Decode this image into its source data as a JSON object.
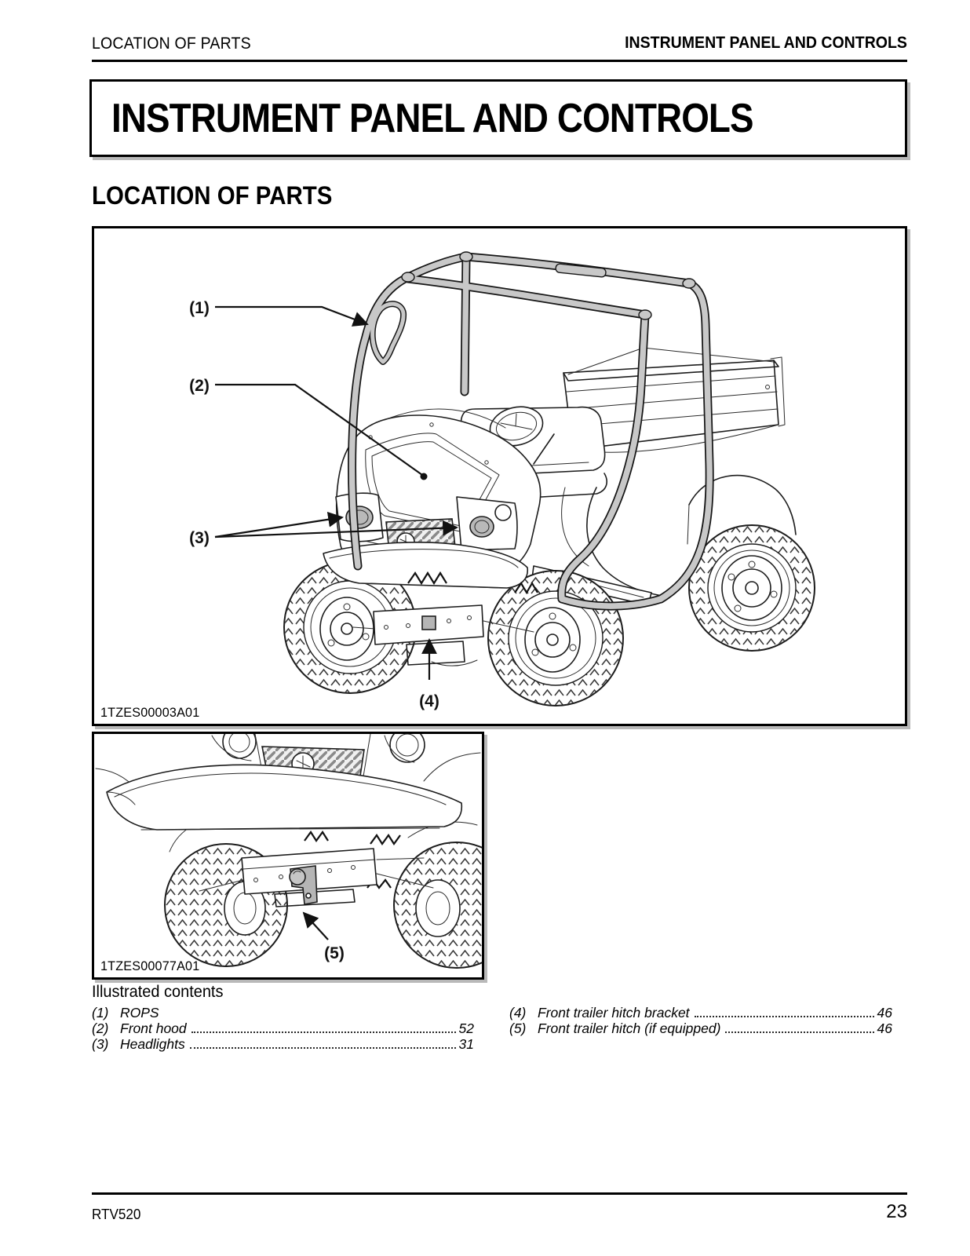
{
  "header": {
    "left": "LOCATION OF PARTS",
    "right": "INSTRUMENT PANEL AND CONTROLS"
  },
  "title_banner": "INSTRUMENT PANEL AND CONTROLS",
  "section_heading": "LOCATION OF PARTS",
  "figure_main": {
    "caption": "1TZES00003A01",
    "callout_1": "(1)",
    "callout_2": "(2)",
    "callout_3": "(3)",
    "callout_4": "(4)"
  },
  "figure_detail": {
    "caption": "1TZES00077A01",
    "callout_5": "(5)"
  },
  "contents": {
    "heading": "Illustrated contents",
    "left": [
      {
        "num": "(1)",
        "label": "ROPS",
        "page": ""
      },
      {
        "num": "(2)",
        "label": "Front hood",
        "page": "52"
      },
      {
        "num": "(3)",
        "label": "Headlights",
        "page": "31"
      }
    ],
    "right": [
      {
        "num": "(4)",
        "label": "Front trailer hitch bracket",
        "page": "46"
      },
      {
        "num": "(5)",
        "label": "Front trailer hitch (if equipped)",
        "page": "46"
      }
    ]
  },
  "footer": {
    "model": "RTV520",
    "page_number": "23"
  },
  "colors": {
    "rops_tube": "#c8c8c8",
    "lamp_gray": "#b9b9b9",
    "hitch_gray": "#b5b5b5",
    "box_shadow": "#b9b9b9"
  }
}
